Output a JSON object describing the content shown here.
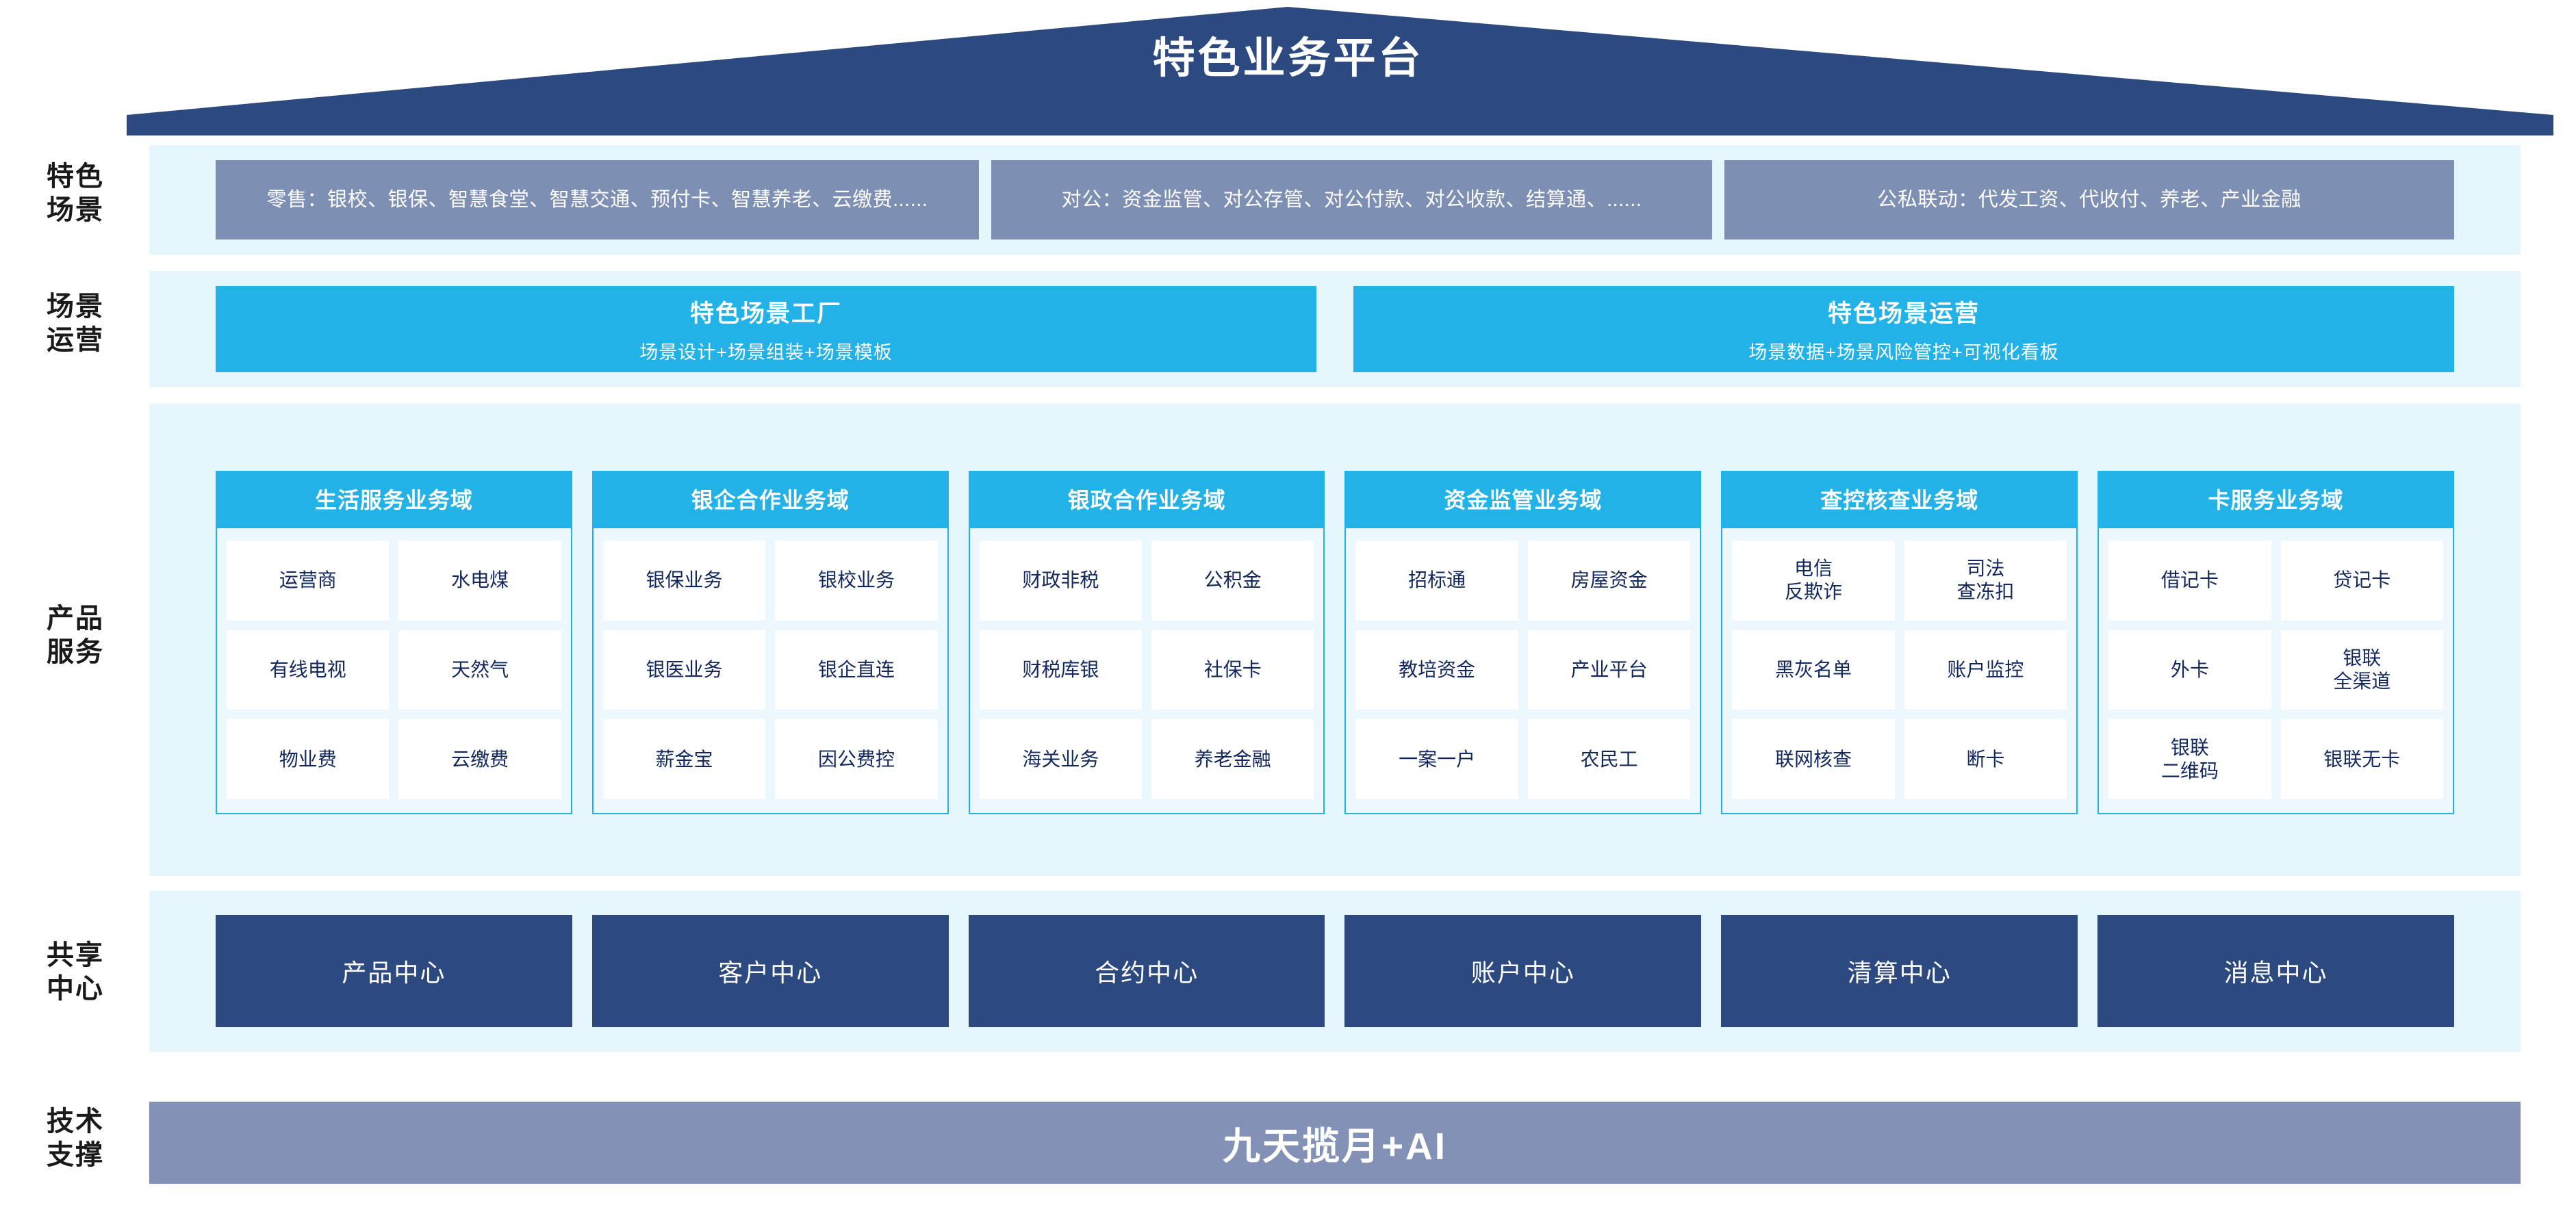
{
  "header": {
    "title": "特色业务平台"
  },
  "row_labels": [
    {
      "key": "scene",
      "line1": "特色",
      "line2": "场景"
    },
    {
      "key": "ops",
      "line1": "场景",
      "line2": "运营"
    },
    {
      "key": "prod",
      "line1": "产品",
      "line2": "服务"
    },
    {
      "key": "share",
      "line1": "共享",
      "line2": "中心"
    },
    {
      "key": "tech",
      "line1": "技术",
      "line2": "支撑"
    }
  ],
  "scene_row": {
    "boxes": [
      {
        "text": "零售：银校、银保、智慧食堂、智慧交通、预付卡、智慧养老、云缴费......"
      },
      {
        "text": "对公：资金监管、对公存管、对公付款、对公收款、结算通、......"
      },
      {
        "text": "公私联动：代发工资、代收付、养老、产业金融"
      }
    ]
  },
  "ops_row": {
    "boxes": [
      {
        "title": "特色场景工厂",
        "subtitle": "场景设计+场景组装+场景模板"
      },
      {
        "title": "特色场景运营",
        "subtitle": "场景数据+场景风险管控+可视化看板"
      }
    ]
  },
  "product_row": {
    "domains": [
      {
        "title": "生活服务业务域",
        "items": [
          "运营商",
          "水电煤",
          "有线电视",
          "天然气",
          "物业费",
          "云缴费"
        ]
      },
      {
        "title": "银企合作业务域",
        "items": [
          "银保业务",
          "银校业务",
          "银医业务",
          "银企直连",
          "薪金宝",
          "因公费控"
        ]
      },
      {
        "title": "银政合作业务域",
        "items": [
          "财政非税",
          "公积金",
          "财税库银",
          "社保卡",
          "海关业务",
          "养老金融"
        ]
      },
      {
        "title": "资金监管业务域",
        "items": [
          "招标通",
          "房屋资金",
          "教培资金",
          "产业平台",
          "一案一户",
          "农民工"
        ]
      },
      {
        "title": "查控核查业务域",
        "items": [
          "电信\n反欺诈",
          "司法\n查冻扣",
          "黑灰名单",
          "账户监控",
          "联网核查",
          "断卡"
        ]
      },
      {
        "title": "卡服务业务域",
        "items": [
          "借记卡",
          "贷记卡",
          "外卡",
          "银联\n全渠道",
          "银联\n二维码",
          "银联无卡"
        ]
      }
    ]
  },
  "share_row": {
    "boxes": [
      "产品中心",
      "客户中心",
      "合约中心",
      "账户中心",
      "清算中心",
      "消息中心"
    ]
  },
  "tech_row": {
    "label": "九天揽月+AI"
  },
  "colors": {
    "roof_navy": "#2c4a80",
    "band_bg": "#e6f6fd",
    "scene_gray": "#7e8fb4",
    "cyan": "#23b2e8",
    "card_white": "#ffffff",
    "card_text": "#12275e",
    "share_navy": "#2c4a80",
    "tech_gray": "#8291b5"
  }
}
